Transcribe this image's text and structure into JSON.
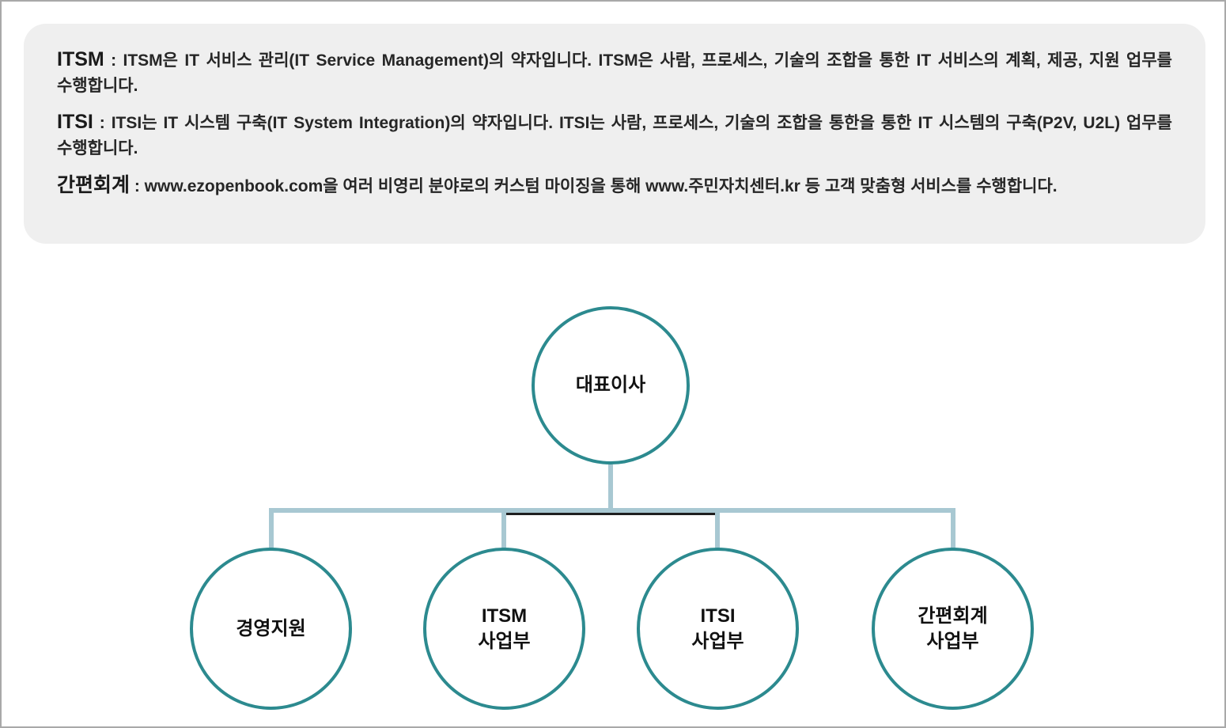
{
  "info_box": {
    "paragraphs": [
      {
        "term": "ITSM",
        "text": " : ITSM은 IT 서비스 관리(IT Service Management)의 약자입니다. ITSM은 사람, 프로세스, 기술의 조합을 통한 IT 서비스의 계획, 제공, 지원 업무를 수행합니다."
      },
      {
        "term": "ITSI",
        "text": " : ITSI는 IT 시스템 구축(IT System Integration)의 약자입니다. ITSI는 사람, 프로세스, 기술의 조합을 통한을 통한 IT 시스템의 구축(P2V, U2L) 업무를 수행합니다."
      },
      {
        "term": "간편회계",
        "text": " : www.ezopenbook.com을 여러 비영리 분야로의 커스텀 마이징을 통해 www.주민자치센터.kr 등 고객 맞춤형 서비스를 수행합니다."
      }
    ]
  },
  "org_chart": {
    "root": {
      "label": "대표이사"
    },
    "children": [
      {
        "label": "경영지원"
      },
      {
        "label": "ITSM\n사업부"
      },
      {
        "label": "ITSI\n사업부"
      },
      {
        "label": "간편회계\n사업부"
      }
    ],
    "colors": {
      "circle_border": "#2c8a8f",
      "connector": "#a8c8d2",
      "connector_dark": "#1f1f1f"
    }
  }
}
